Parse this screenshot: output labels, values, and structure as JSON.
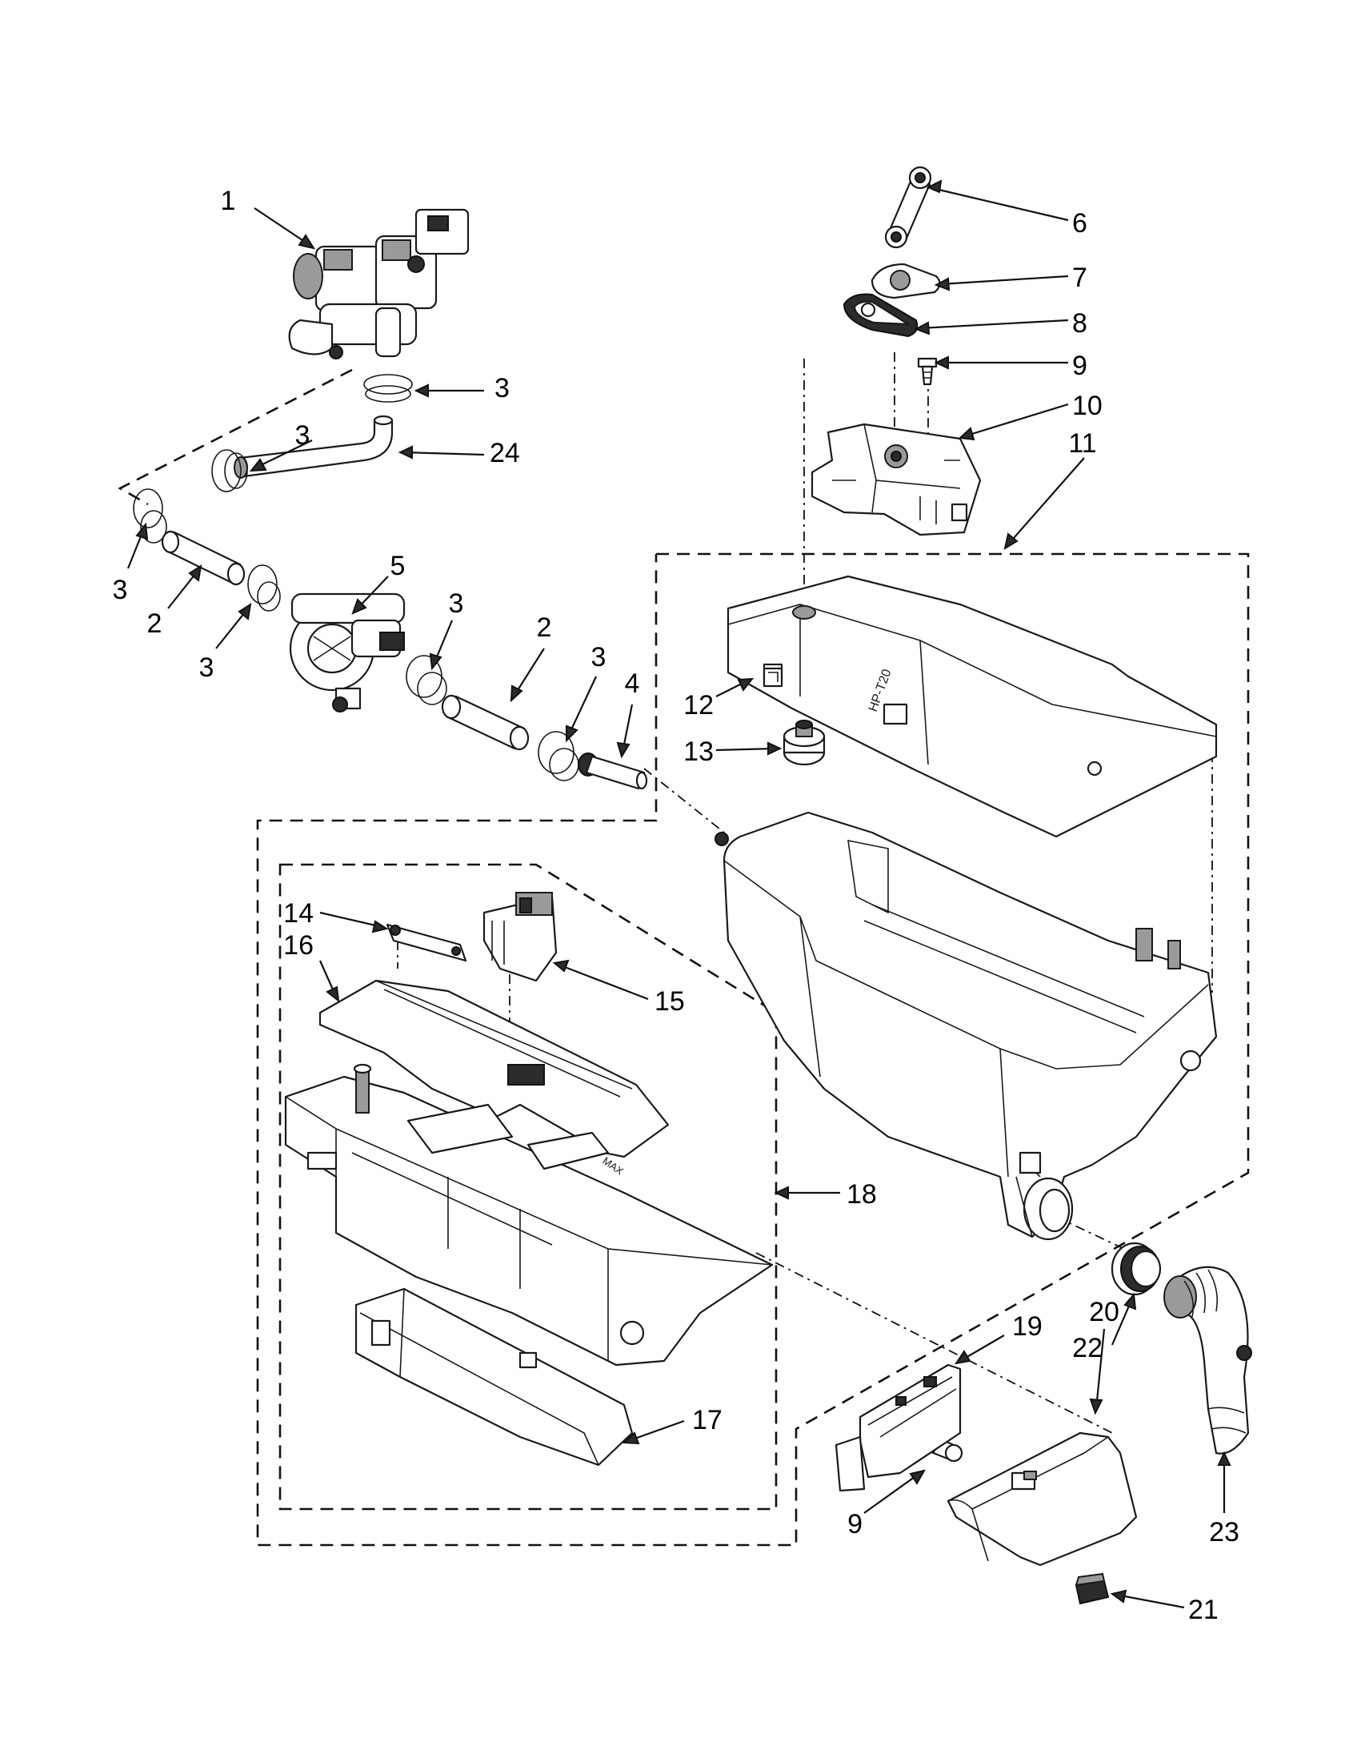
{
  "callouts": [
    {
      "id": "c1",
      "text": "1"
    },
    {
      "id": "c2a",
      "text": "2"
    },
    {
      "id": "c2b",
      "text": "2"
    },
    {
      "id": "c3a",
      "text": "3"
    },
    {
      "id": "c3b",
      "text": "3"
    },
    {
      "id": "c3c",
      "text": "3"
    },
    {
      "id": "c3d",
      "text": "3"
    },
    {
      "id": "c3e",
      "text": "3"
    },
    {
      "id": "c3f",
      "text": "3"
    },
    {
      "id": "c4",
      "text": "4"
    },
    {
      "id": "c5",
      "text": "5"
    },
    {
      "id": "c6",
      "text": "6"
    },
    {
      "id": "c7",
      "text": "7"
    },
    {
      "id": "c8",
      "text": "8"
    },
    {
      "id": "c9a",
      "text": "9"
    },
    {
      "id": "c9b",
      "text": "9"
    },
    {
      "id": "c10",
      "text": "10"
    },
    {
      "id": "c11",
      "text": "11"
    },
    {
      "id": "c12",
      "text": "12"
    },
    {
      "id": "c13",
      "text": "13"
    },
    {
      "id": "c14",
      "text": "14"
    },
    {
      "id": "c15",
      "text": "15"
    },
    {
      "id": "c16",
      "text": "16"
    },
    {
      "id": "c17",
      "text": "17"
    },
    {
      "id": "c18",
      "text": "18"
    },
    {
      "id": "c19",
      "text": "19"
    },
    {
      "id": "c20",
      "text": "20"
    },
    {
      "id": "c21",
      "text": "21"
    },
    {
      "id": "c22",
      "text": "22"
    },
    {
      "id": "c23",
      "text": "23"
    },
    {
      "id": "c24",
      "text": "24"
    }
  ],
  "part_labels": {
    "drawer_max": "MAX",
    "cover_text": "HP-T20"
  }
}
